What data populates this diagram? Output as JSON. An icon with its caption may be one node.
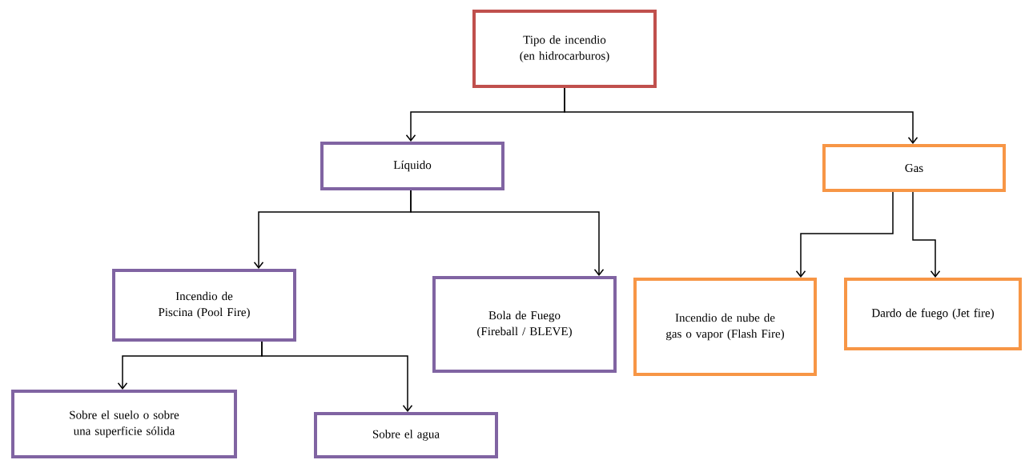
{
  "diagram": {
    "nodes": [
      {
        "text": [
          "Tipo de incendio (en hidrocarburos)"
        ]
      },
      {
        "text": [
          "Líquido"
        ]
      },
      {
        "text": [
          "Gas"
        ]
      },
      {
        "text": [
          "Incendio de Piscina (Pool Fire)"
        ]
      },
      {
        "text": [
          "Bola de Fuego (Fireball / BLEVE)"
        ]
      },
      {
        "text": [
          "Incendio de nube de gas o vapor (Flash Fire)"
        ]
      },
      {
        "text": [
          "Dardo de fuego (Jet fire)"
        ]
      },
      {
        "text": [
          "Sobre el suelo o sobre una superficie sólida"
        ]
      },
      {
        "text": [
          "Sobre el agua"
        ]
      }
    ],
    "edges": [
      {
        "from": 0,
        "to": 1,
        "arrow": "to"
      },
      {
        "from": 0,
        "to": 2,
        "arrow": "to"
      },
      {
        "from": 1,
        "to": 3,
        "arrow": "to"
      },
      {
        "from": 1,
        "to": 4,
        "arrow": "to"
      },
      {
        "from": 2,
        "to": 5,
        "arrow": "to"
      },
      {
        "from": 2,
        "to": 6,
        "arrow": "to"
      },
      {
        "from": 3,
        "to": 7,
        "arrow": "to"
      },
      {
        "from": 3,
        "to": 8,
        "arrow": "to"
      }
    ]
  }
}
